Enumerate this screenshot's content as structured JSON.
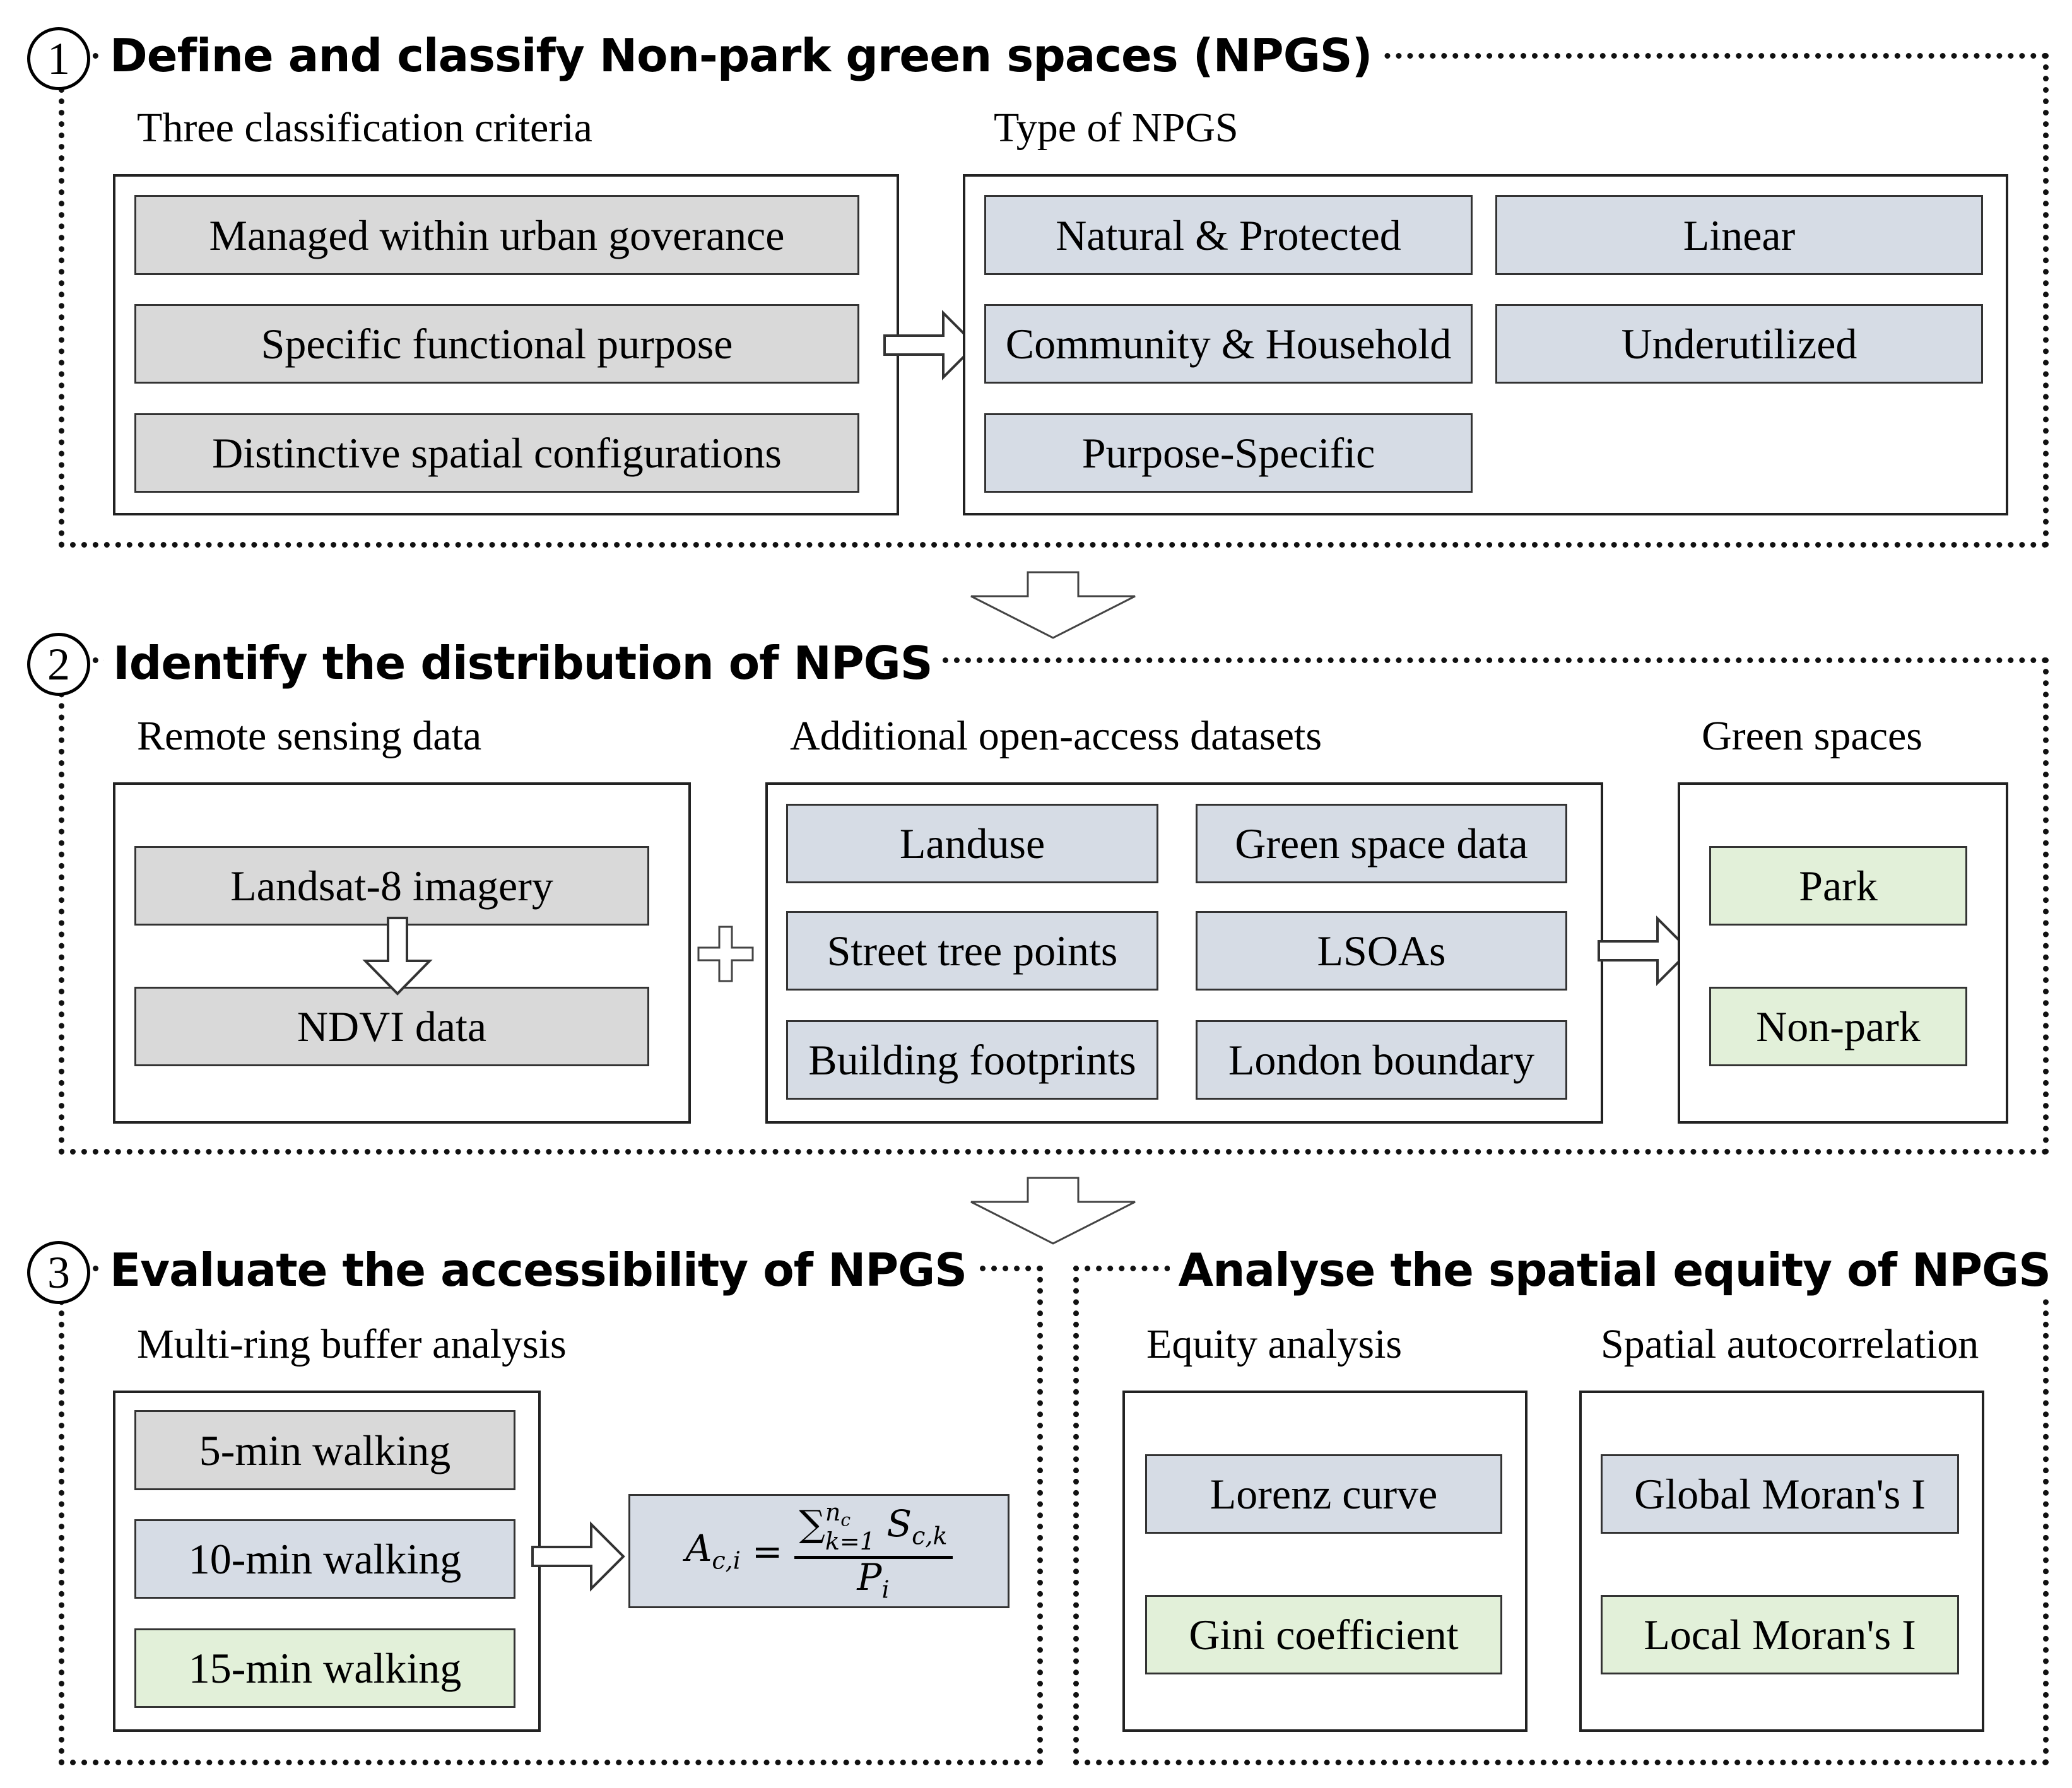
{
  "colors": {
    "criteria": "#d9d9d9",
    "type": "#d6dce5",
    "green": "#e2f0d9"
  },
  "section1": {
    "number": "1",
    "title": "Define and classify Non-park green spaces (NPGS)",
    "criteria_label": "Three classification criteria",
    "criteria": [
      "Managed within urban goverance",
      "Specific functional purpose",
      "Distinctive spatial configurations"
    ],
    "types_label": "Type of NPGS",
    "types": [
      "Natural & Protected",
      "Linear",
      "Community & Household",
      "Underutilized",
      "Purpose-Specific"
    ]
  },
  "section2": {
    "number": "2",
    "title": "Identify the distribution of NPGS",
    "remote_label": "Remote sensing data",
    "remote": [
      "Landsat-8 imagery",
      "NDVI data"
    ],
    "datasets_label": "Additional open-access datasets",
    "datasets": [
      "Landuse",
      "Green space data",
      "Street tree points",
      "LSOAs",
      "Building footprints",
      "London boundary"
    ],
    "green_label": "Green spaces",
    "green": [
      "Park",
      "Non-park"
    ]
  },
  "section3": {
    "number": "3",
    "title": "Evaluate the accessibility of NPGS",
    "buffer_label": "Multi-ring buffer analysis",
    "buffers": [
      "5-min walking",
      "10-min walking",
      "15-min walking"
    ],
    "formula": {
      "lhs": "A",
      "lhs_sub": "c,i",
      "eq": "=",
      "sum": "∑",
      "sum_sup": "n",
      "sum_sup_sub": "c",
      "sum_sub": "k=1",
      "term": "S",
      "term_sub": "c,k",
      "den": "P",
      "den_sub": "i"
    }
  },
  "section4": {
    "title": "Analyse the spatial equity of NPGS",
    "equity_label": "Equity analysis",
    "equity": [
      "Lorenz curve",
      "Gini coefficient"
    ],
    "spatial_label": "Spatial autocorrelation",
    "spatial": [
      "Global Moran's I",
      "Local Moran's I"
    ]
  }
}
